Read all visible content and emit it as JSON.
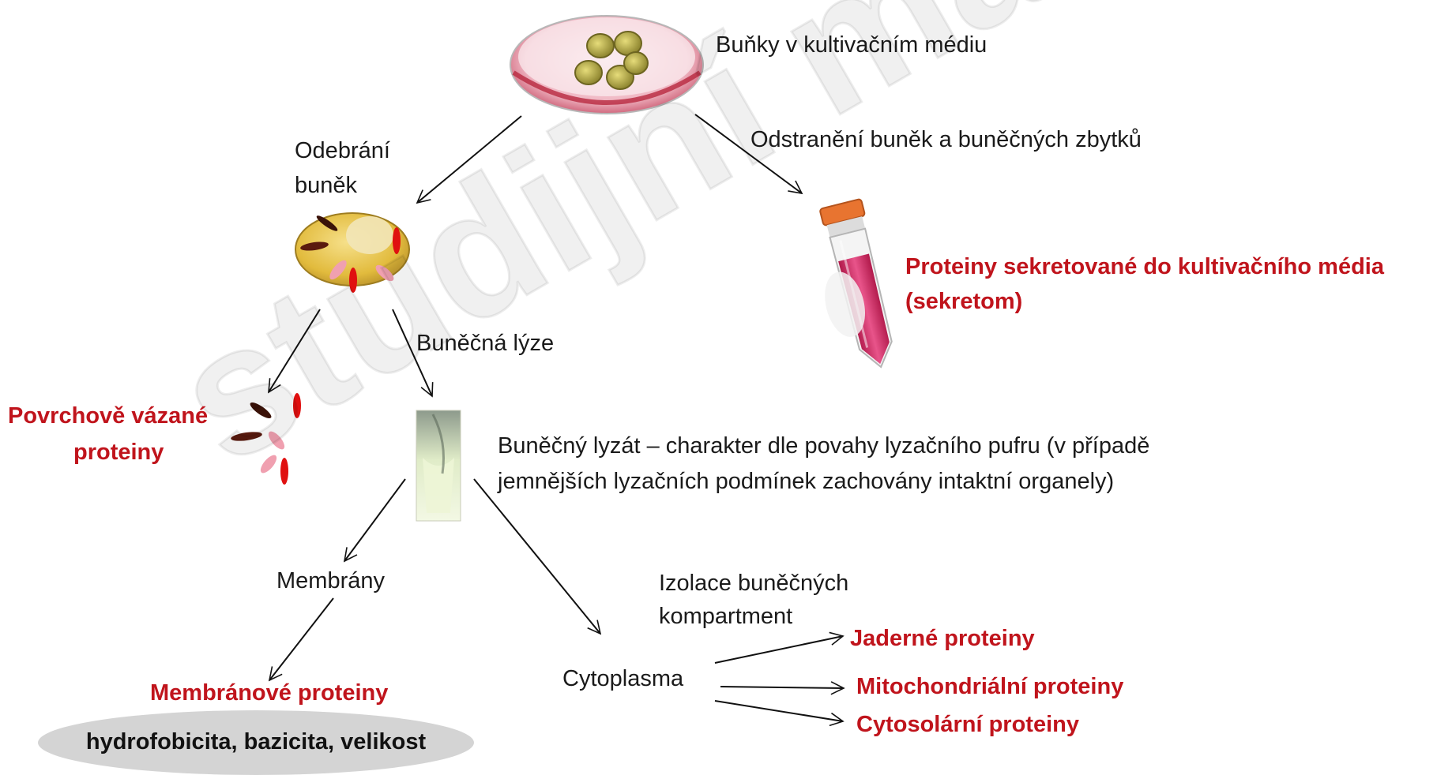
{
  "watermark": "studijní materiály",
  "labels": {
    "cells_in_medium": "Buňky v kultivačním médiu",
    "collect_cells_1": "Odebrání",
    "collect_cells_2": "buněk",
    "remove_cells": "Odstranění buněk a buněčných zbytků",
    "secreted_1": "Proteiny sekretované do kultivačního média",
    "secreted_2": "(sekretom)",
    "cell_lysis": "Buněčná lýze",
    "surface_1": "Povrchově vázané",
    "surface_2": "proteiny",
    "lysate_1": "Buněčný lyzát – charakter dle povahy lyzačního pufru (v případě",
    "lysate_2": "jemnějších lyzačních podmínek zachovány intaktní organely)",
    "membranes": "Membrány",
    "isolation_1": "Izolace buněčných",
    "isolation_2": "kompartment",
    "cytoplasm": "Cytoplasma",
    "nuclear": "Jaderné proteiny",
    "mito": "Mitochondriální proteiny",
    "cytosolic": "Cytosolární proteiny",
    "membrane_proteins": "Membránové proteiny",
    "properties": "hydrofobicita, bazicita, velikost"
  },
  "colors": {
    "highlight_red": "#c0141c",
    "cell_yellow": "#e8c34a",
    "medium_pink": "#d94a72",
    "ellipse_grey": "#d4d4d4"
  }
}
